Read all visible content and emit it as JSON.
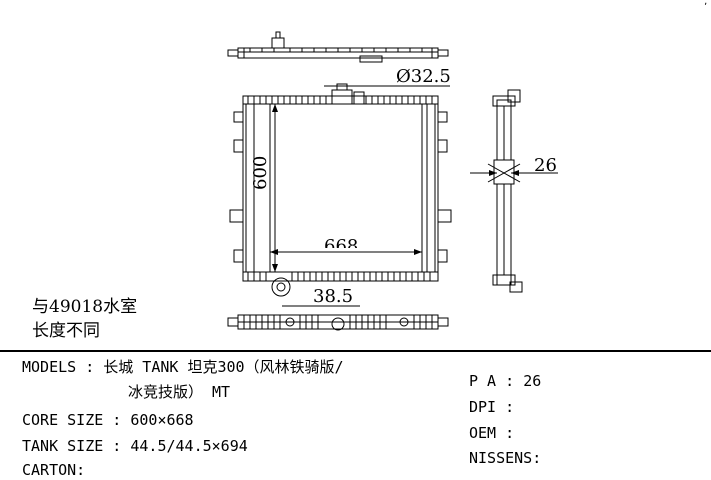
{
  "dimensions": {
    "inlet_diameter": "Ø32.5",
    "core_height": "600",
    "core_width_partial": "668",
    "outlet_offset": "38.5",
    "thickness": "26"
  },
  "note": {
    "line1": "与49018水室",
    "line2": "长度不同"
  },
  "specs": {
    "models_label": "MODELS : ",
    "models_value_1": "长城 TANK 坦克300（风林铁骑版/",
    "models_value_2": "冰竞技版） MT",
    "core_size_label": "CORE SIZE : ",
    "core_size_value": "600×668",
    "tank_size_label": "TANK SIZE : ",
    "tank_size_value": "44.5/44.5×694",
    "carton_label": "CARTON:",
    "carton_value": "",
    "pa_label": "P A : ",
    "pa_value": "26",
    "dpi_label": "DPI : ",
    "dpi_value": "",
    "oem_label": "OEM : ",
    "oem_value": "",
    "nissens_label": "NISSENS:",
    "nissens_value": ""
  }
}
